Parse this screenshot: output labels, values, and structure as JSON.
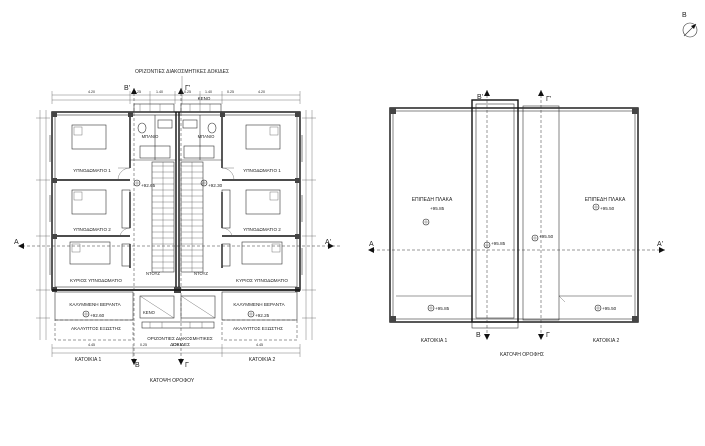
{
  "north_symbol": {
    "letter": "Β",
    "icon": "north-arrow-icon"
  },
  "left_plan": {
    "title": "ΚΑΤΟΨΗ ΟΡΟΦΟΥ",
    "house1": "ΚΑΤΟΙΚΙΑ 1",
    "house2": "ΚΑΤΟΙΚΙΑ 2",
    "beams_top": "ΟΡΙΖΟΝΤΙΕΣ ΔΙΑΚΟΣΜΗΤΙΚΕΣ ΔΟΚΙΔΕΣ",
    "beams_bottom_1": "ΟΡΙΖΟΝΤΙΕΣ ΔΙΑΚΟΣΜΗΤΙΚΕΣ",
    "beams_bottom_2": "ΔΟΚΙΔΕΣ",
    "void": "ΚΕΝΟ",
    "bathroom": "ΜΠΑΝΙΟ",
    "bedroom1": "ΥΠΝΟΔΩΜΑΤΙΟ 1",
    "bedroom2": "ΥΠΝΟΔΩΜΑΤΙΟ 2",
    "master": "ΚΥΡΙΟΣ ΥΠΝΟΔΩΜΑΤΙΟ",
    "wardrobe": "ΝΤΟΥΖ",
    "veranda": "ΚΑΛΥΜΜΕΝΗ ΒΕΡΑΝΤΑ",
    "uncovered": "ΑΚΑΛΥΠΤΟΣ ΕΞΩΣΤΗΣ",
    "level_left": "+92.65",
    "level_right": "+92.30",
    "level_ver_left": "+92.60",
    "level_ver_right": "+92.25",
    "section_A": "Α",
    "section_A2": "Α'",
    "section_B": "Β'",
    "section_B2": "Β",
    "section_G": "Γ'",
    "section_G2": "Γ",
    "dims_top": [
      "4.20",
      "0.25",
      "1.40",
      "0.25",
      "1.40",
      "0.25",
      "4.20"
    ],
    "dims_bottom": [
      "4.45",
      "0.25",
      "3.20",
      "4.45"
    ]
  },
  "right_plan": {
    "title": "ΚΑΤΟΨΗ ΟΡΟΦΗΣ",
    "house1": "ΚΑΤΟΙΚΙΑ 1",
    "house2": "ΚΑΤΟΙΚΙΑ 2",
    "slab_left": "ΕΠΙΠΕΔΗ ΠΛΑΚΑ",
    "slab_right": "ΕΠΙΠΕΔΗ ΠΛΑΚΑ",
    "lvl_slab_left": "+95.85",
    "lvl_slab_right": "+95.50",
    "lvl_center_left": "+95.85",
    "lvl_center_right": "+95.50",
    "lvl_bottom_left": "+95.85",
    "lvl_bottom_right": "+95.50",
    "section_A": "Α",
    "section_A2": "Α'",
    "section_B": "Β'",
    "section_B2": "Β",
    "section_G": "Γ'",
    "section_G2": "Γ"
  }
}
